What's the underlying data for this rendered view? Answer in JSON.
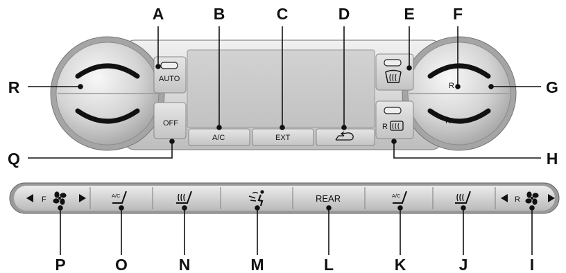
{
  "callouts": {
    "A": "A",
    "B": "B",
    "C": "C",
    "D": "D",
    "E": "E",
    "F": "F",
    "G": "G",
    "H": "H",
    "I": "I",
    "J": "J",
    "K": "K",
    "L": "L",
    "M": "M",
    "N": "N",
    "O": "O",
    "P": "P",
    "Q": "Q",
    "R": "R"
  },
  "upper_panel": {
    "auto_label": "AUTO",
    "off_label": "OFF",
    "ac_label": "A/C",
    "ext_label": "EXT",
    "rear_defrost_prefix": "R",
    "right_dial_top_label": "R",
    "right_dial_bottom_label": "R"
  },
  "lower_panel": {
    "front_fan_label": "F",
    "rear_label": "REAR",
    "rear_fan_label": "R",
    "ac_seat_label": "A/C"
  },
  "icons": {
    "windshield": "windshield-defrost-icon",
    "rear_window": "rear-window-defrost-icon",
    "recirculation": "recirculation-icon",
    "fan": "fan-icon",
    "heated_seat": "heated-seat-icon",
    "cooled_seat": "cooled-seat-icon",
    "airflow_mode": "airflow-mode-icon"
  }
}
